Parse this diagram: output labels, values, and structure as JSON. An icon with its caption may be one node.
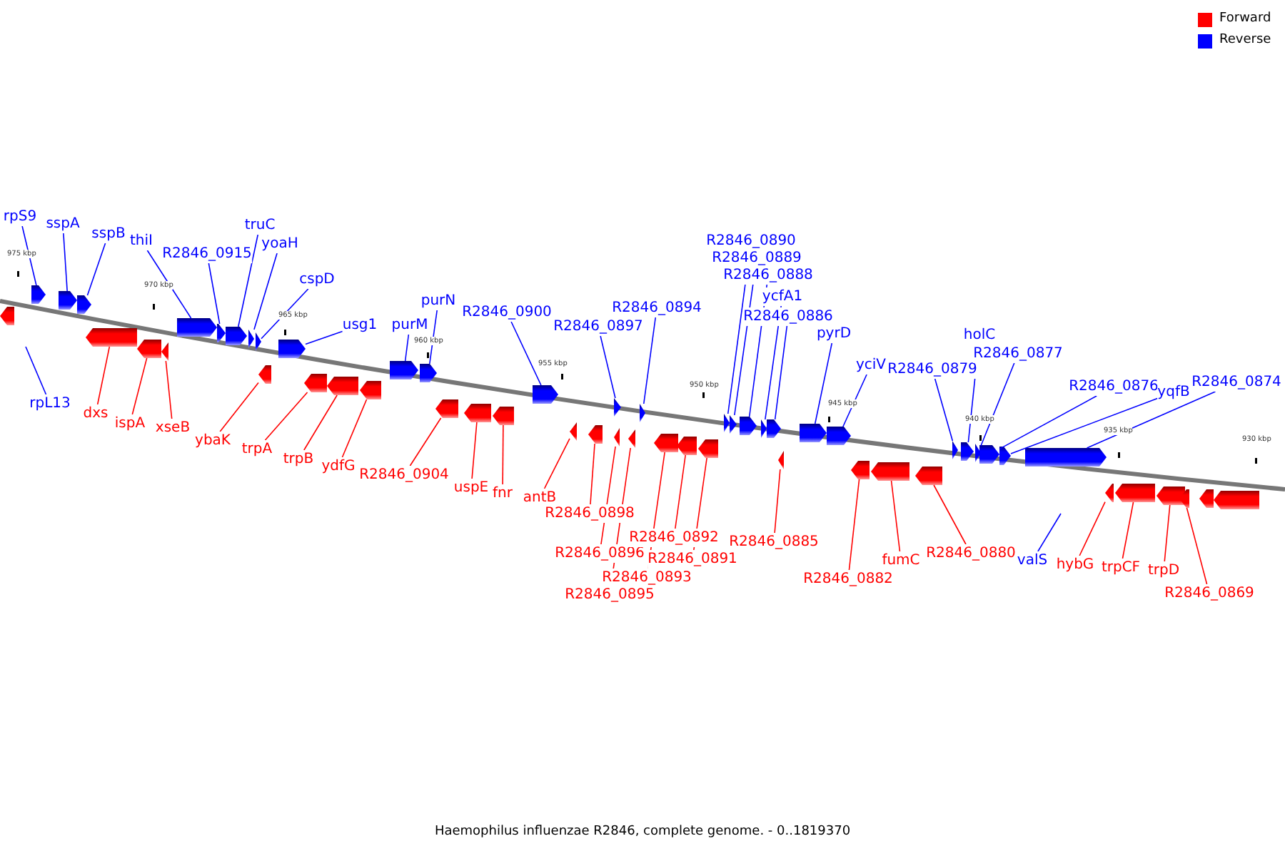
{
  "diagram": {
    "caption": "Haemophilus influenzae R2846, complete genome. - 0..1819370",
    "nodes": [
      {
        "text": [
          "rpS9"
        ]
      },
      {
        "text": [
          "sspA"
        ]
      },
      {
        "text": [
          "sspB"
        ]
      },
      {
        "text": [
          "thiI"
        ]
      },
      {
        "text": [
          "R2846_0915"
        ]
      },
      {
        "text": [
          "truC"
        ]
      },
      {
        "text": [
          "yoaH"
        ]
      },
      {
        "text": [
          "cspD"
        ]
      },
      {
        "text": [
          "usg1"
        ]
      },
      {
        "text": [
          "purM"
        ]
      },
      {
        "text": [
          "purN"
        ]
      },
      {
        "text": [
          "R2846_0900"
        ]
      },
      {
        "text": [
          "R2846_0897"
        ]
      },
      {
        "text": [
          "R2846_0894"
        ]
      },
      {
        "text": [
          "R2846_0890"
        ]
      },
      {
        "text": [
          "R2846_0889"
        ]
      },
      {
        "text": [
          "R2846_0888"
        ]
      },
      {
        "text": [
          "ycfA1"
        ]
      },
      {
        "text": [
          "R2846_0886"
        ]
      },
      {
        "text": [
          "pyrD"
        ]
      },
      {
        "text": [
          "yciV"
        ]
      },
      {
        "text": [
          "R2846_0879"
        ]
      },
      {
        "text": [
          "holC"
        ]
      },
      {
        "text": [
          "R2846_0877"
        ]
      },
      {
        "text": [
          "R2846_0876"
        ]
      },
      {
        "text": [
          "yqfB"
        ]
      },
      {
        "text": [
          "R2846_0874"
        ]
      },
      {
        "text": [
          "rpL13"
        ]
      },
      {
        "text": [
          "valS"
        ]
      },
      {
        "text": [
          "dxs"
        ]
      },
      {
        "text": [
          "ispA"
        ]
      },
      {
        "text": [
          "xseB"
        ]
      },
      {
        "text": [
          "ybaK"
        ]
      },
      {
        "text": [
          "trpA"
        ]
      },
      {
        "text": [
          "trpB"
        ]
      },
      {
        "text": [
          "ydfG"
        ]
      },
      {
        "text": [
          "R2846_0904"
        ]
      },
      {
        "text": [
          "uspE"
        ]
      },
      {
        "text": [
          "fnr"
        ]
      },
      {
        "text": [
          "antB"
        ]
      },
      {
        "text": [
          "R2846_0898"
        ]
      },
      {
        "text": [
          "R2846_0896"
        ]
      },
      {
        "text": [
          "R2846_0895"
        ]
      },
      {
        "text": [
          "R2846_0893"
        ]
      },
      {
        "text": [
          "R2846_0892"
        ]
      },
      {
        "text": [
          "R2846_0891"
        ]
      },
      {
        "text": [
          "R2846_0885"
        ]
      },
      {
        "text": [
          "R2846_0882"
        ]
      },
      {
        "text": [
          "fumC"
        ]
      },
      {
        "text": [
          "R2846_0880"
        ]
      },
      {
        "text": [
          "hybG"
        ]
      },
      {
        "text": [
          "trpCF"
        ]
      },
      {
        "text": [
          "trpD"
        ]
      },
      {
        "text": [
          "R2846_0869"
        ]
      },
      {
        "text": [],
        "shape": "arrow"
      },
      {
        "text": [],
        "shape": "arrow"
      },
      {
        "text": [],
        "shape": "arrow"
      },
      {
        "text": [],
        "shape": "arrow"
      },
      {
        "text": [],
        "shape": "arrow"
      },
      {
        "text": [],
        "shape": "arrow"
      },
      {
        "text": [],
        "shape": "arrow"
      },
      {
        "text": [],
        "shape": "arrow"
      },
      {
        "text": [],
        "shape": "arrow"
      },
      {
        "text": [],
        "shape": "arrow"
      },
      {
        "text": [],
        "shape": "arrow"
      },
      {
        "text": [],
        "shape": "arrow"
      },
      {
        "text": [],
        "shape": "arrow"
      },
      {
        "text": [],
        "shape": "arrow"
      },
      {
        "text": [],
        "shape": "arrow"
      },
      {
        "text": [],
        "shape": "arrow"
      },
      {
        "text": [],
        "shape": "arrow"
      },
      {
        "text": [],
        "shape": "arrow"
      },
      {
        "text": [],
        "shape": "arrow"
      },
      {
        "text": [],
        "shape": "arrow"
      },
      {
        "text": [],
        "shape": "arrow"
      },
      {
        "text": [],
        "shape": "arrow"
      },
      {
        "text": [],
        "shape": "arrow"
      },
      {
        "text": [],
        "shape": "arrow"
      },
      {
        "text": [],
        "shape": "arrow"
      },
      {
        "text": [],
        "shape": "arrow"
      },
      {
        "text": [],
        "shape": "arrow"
      },
      {
        "text": [],
        "shape": "arrow"
      },
      {
        "text": [],
        "shape": "arrow"
      },
      {
        "text": [],
        "shape": "arrow"
      },
      {
        "text": [],
        "shape": "arrow"
      },
      {
        "text": [],
        "shape": "arrow"
      },
      {
        "text": [],
        "shape": "arrow"
      },
      {
        "text": [],
        "shape": "arrow"
      },
      {
        "text": [],
        "shape": "arrow"
      },
      {
        "text": [],
        "shape": "arrow"
      },
      {
        "text": [],
        "shape": "arrow"
      },
      {
        "text": [],
        "shape": "arrow"
      },
      {
        "text": [],
        "shape": "arrow"
      },
      {
        "text": [],
        "shape": "arrow"
      },
      {
        "text": [],
        "shape": "arrow"
      },
      {
        "text": [],
        "shape": "arrow"
      },
      {
        "text": [],
        "shape": "arrow"
      },
      {
        "text": [],
        "shape": "arrow"
      },
      {
        "text": [],
        "shape": "arrow"
      },
      {
        "text": [],
        "shape": "arrow"
      },
      {
        "text": [],
        "shape": "arrow"
      },
      {
        "text": [],
        "shape": "arrow"
      },
      {
        "text": [],
        "shape": "arrow"
      },
      {
        "text": [],
        "shape": "arrow"
      },
      {
        "text": [],
        "shape": "arrow"
      },
      {
        "text": [],
        "shape": "arrow"
      },
      {
        "text": [],
        "shape": "arrow"
      },
      {
        "text": [],
        "shape": "arrow"
      },
      {
        "text": [],
        "shape": "arrow"
      }
    ],
    "edges": [
      {
        "from": 0,
        "to": 54,
        "arrow": "none"
      },
      {
        "from": 1,
        "to": 55,
        "arrow": "none"
      },
      {
        "from": 2,
        "to": 56,
        "arrow": "none"
      },
      {
        "from": 3,
        "to": 57,
        "arrow": "none"
      },
      {
        "from": 4,
        "to": 58,
        "arrow": "none"
      },
      {
        "from": 5,
        "to": 59,
        "arrow": "none"
      },
      {
        "from": 6,
        "to": 60,
        "arrow": "none"
      },
      {
        "from": 7,
        "to": 61,
        "arrow": "none"
      },
      {
        "from": 8,
        "to": 62,
        "arrow": "none"
      },
      {
        "from": 9,
        "to": 63,
        "arrow": "none"
      },
      {
        "from": 10,
        "to": 64,
        "arrow": "none"
      },
      {
        "from": 11,
        "to": 65,
        "arrow": "none"
      },
      {
        "from": 12,
        "to": 66,
        "arrow": "none"
      },
      {
        "from": 13,
        "to": 67,
        "arrow": "none"
      },
      {
        "from": 14,
        "to": 68,
        "arrow": "none"
      },
      {
        "from": 15,
        "to": 69,
        "arrow": "none"
      },
      {
        "from": 16,
        "to": 70,
        "arrow": "none"
      },
      {
        "from": 17,
        "to": 71,
        "arrow": "none"
      },
      {
        "from": 18,
        "to": 72,
        "arrow": "none"
      },
      {
        "from": 19,
        "to": 73,
        "arrow": "none"
      },
      {
        "from": 20,
        "to": 74,
        "arrow": "none"
      },
      {
        "from": 21,
        "to": 75,
        "arrow": "none"
      },
      {
        "from": 22,
        "to": 76,
        "arrow": "none"
      },
      {
        "from": 23,
        "to": 77,
        "arrow": "none"
      },
      {
        "from": 24,
        "to": 78,
        "arrow": "none"
      },
      {
        "from": 25,
        "to": 79,
        "arrow": "none"
      },
      {
        "from": 26,
        "to": 80,
        "arrow": "none"
      },
      {
        "from": 27,
        "to": null,
        "arrow": "none"
      },
      {
        "from": 28,
        "to": null,
        "arrow": "none"
      },
      {
        "from": 29,
        "to": 81,
        "arrow": "none",
        "color": "#ff0000"
      },
      {
        "from": 30,
        "to": 82,
        "arrow": "none",
        "color": "#ff0000"
      },
      {
        "from": 31,
        "to": 83,
        "arrow": "none",
        "color": "#ff0000"
      },
      {
        "from": 32,
        "to": 84,
        "arrow": "none",
        "color": "#ff0000"
      },
      {
        "from": 33,
        "to": 85,
        "arrow": "none",
        "color": "#ff0000"
      },
      {
        "from": 34,
        "to": 86,
        "arrow": "none",
        "color": "#ff0000"
      },
      {
        "from": 35,
        "to": 87,
        "arrow": "none",
        "color": "#ff0000"
      },
      {
        "from": 36,
        "to": 88,
        "arrow": "none",
        "color": "#ff0000"
      },
      {
        "from": 37,
        "to": 89,
        "arrow": "none",
        "color": "#ff0000"
      },
      {
        "from": 38,
        "to": 90,
        "arrow": "none",
        "color": "#ff0000"
      },
      {
        "from": 39,
        "to": 91,
        "arrow": "none",
        "color": "#ff0000"
      },
      {
        "from": 40,
        "to": 92,
        "arrow": "none",
        "color": "#ff0000"
      },
      {
        "from": 41,
        "to": 93,
        "arrow": "none",
        "color": "#ff0000"
      },
      {
        "from": 42,
        "to": 94,
        "arrow": "none",
        "color": "#ff0000"
      },
      {
        "from": 43,
        "to": 95,
        "arrow": "none",
        "color": "#ff0000"
      },
      {
        "from": 44,
        "to": 96,
        "arrow": "none",
        "color": "#ff0000"
      },
      {
        "from": 45,
        "to": 97,
        "arrow": "none",
        "color": "#ff0000"
      },
      {
        "from": 46,
        "to": 98,
        "arrow": "none",
        "color": "#ff0000"
      },
      {
        "from": 47,
        "to": 99,
        "arrow": "none",
        "color": "#ff0000"
      },
      {
        "from": 48,
        "to": 100,
        "arrow": "none",
        "color": "#ff0000"
      },
      {
        "from": 49,
        "to": 101,
        "arrow": "none",
        "color": "#ff0000"
      },
      {
        "from": 50,
        "to": 102,
        "arrow": "none",
        "color": "#ff0000"
      },
      {
        "from": 51,
        "to": 103,
        "arrow": "none",
        "color": "#ff0000"
      },
      {
        "from": 52,
        "to": 104,
        "arrow": "none",
        "color": "#ff0000"
      },
      {
        "from": 53,
        "to": 105,
        "arrow": "none",
        "color": "#ff0000"
      }
    ],
    "labels": [
      "975 kbp",
      "970 kbp",
      "965 kbp",
      "960 kbp",
      "955 kbp",
      "950 kbp",
      "945 kbp",
      "940 kbp",
      "935 kbp",
      "930 kbp"
    ],
    "legend": [
      {
        "text": "Forward",
        "color": "#ff0000"
      },
      {
        "text": "Reverse",
        "color": "#0000ff"
      }
    ]
  }
}
